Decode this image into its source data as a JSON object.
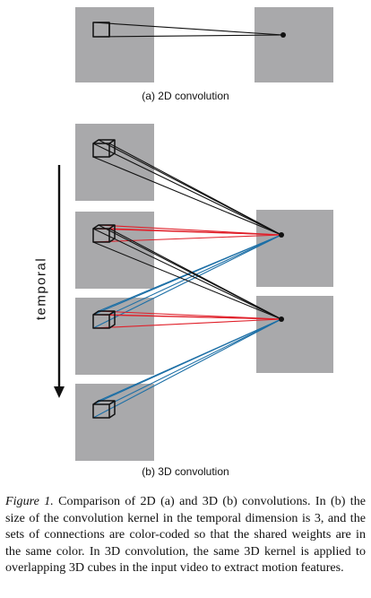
{
  "figure": {
    "subcaption_a": "(a) 2D convolution",
    "subcaption_b": "(b) 3D convolution",
    "axis_label": "temporal",
    "colors": {
      "feature_map": "#a9a9ab",
      "kernel": "#111111",
      "connection_black": "#111111",
      "connection_red": "#e0202a",
      "connection_blue": "#1c6fa6"
    }
  },
  "caption": {
    "label": "Figure 1.",
    "text": " Comparison of 2D (a) and 3D (b) convolutions. In (b) the size of the convolution kernel in the temporal dimension is 3, and the sets of connections are color-coded so that the shared weights are in the same color. In 3D convolution, the same 3D kernel is applied to overlapping 3D cubes in the input video to extract motion features."
  }
}
